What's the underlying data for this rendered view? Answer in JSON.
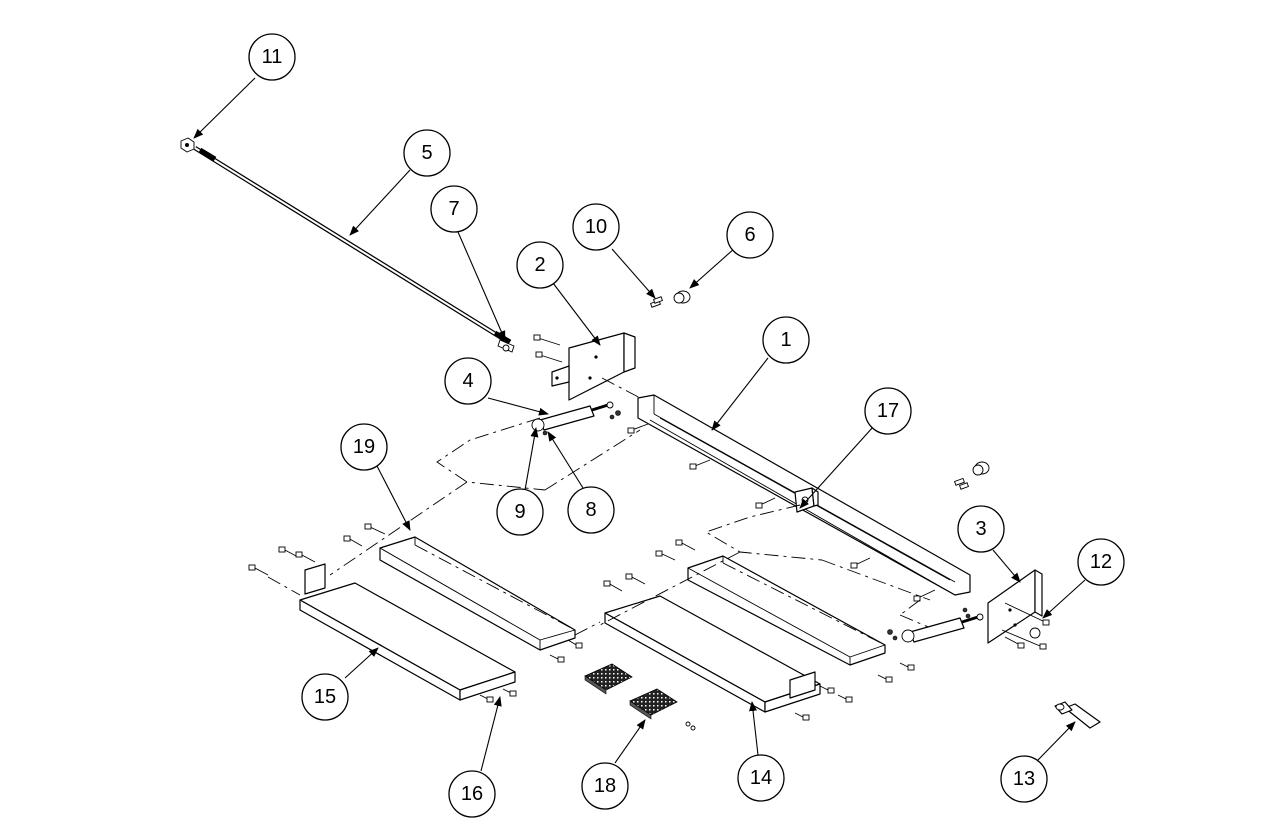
{
  "callouts": [
    {
      "id": "c11",
      "label": "11",
      "name": "callout-11"
    },
    {
      "id": "c5",
      "label": "5",
      "name": "callout-5"
    },
    {
      "id": "c7",
      "label": "7",
      "name": "callout-7"
    },
    {
      "id": "c10",
      "label": "10",
      "name": "callout-10"
    },
    {
      "id": "c6",
      "label": "6",
      "name": "callout-6"
    },
    {
      "id": "c2",
      "label": "2",
      "name": "callout-2"
    },
    {
      "id": "c1",
      "label": "1",
      "name": "callout-1"
    },
    {
      "id": "c4",
      "label": "4",
      "name": "callout-4"
    },
    {
      "id": "c17",
      "label": "17",
      "name": "callout-17"
    },
    {
      "id": "c19",
      "label": "19",
      "name": "callout-19"
    },
    {
      "id": "c9",
      "label": "9",
      "name": "callout-9"
    },
    {
      "id": "c8",
      "label": "8",
      "name": "callout-8"
    },
    {
      "id": "c3",
      "label": "3",
      "name": "callout-3"
    },
    {
      "id": "c12",
      "label": "12",
      "name": "callout-12"
    },
    {
      "id": "c15",
      "label": "15",
      "name": "callout-15"
    },
    {
      "id": "c16",
      "label": "16",
      "name": "callout-16"
    },
    {
      "id": "c18",
      "label": "18",
      "name": "callout-18"
    },
    {
      "id": "c14",
      "label": "14",
      "name": "callout-14"
    },
    {
      "id": "c13",
      "label": "13",
      "name": "callout-13"
    }
  ]
}
